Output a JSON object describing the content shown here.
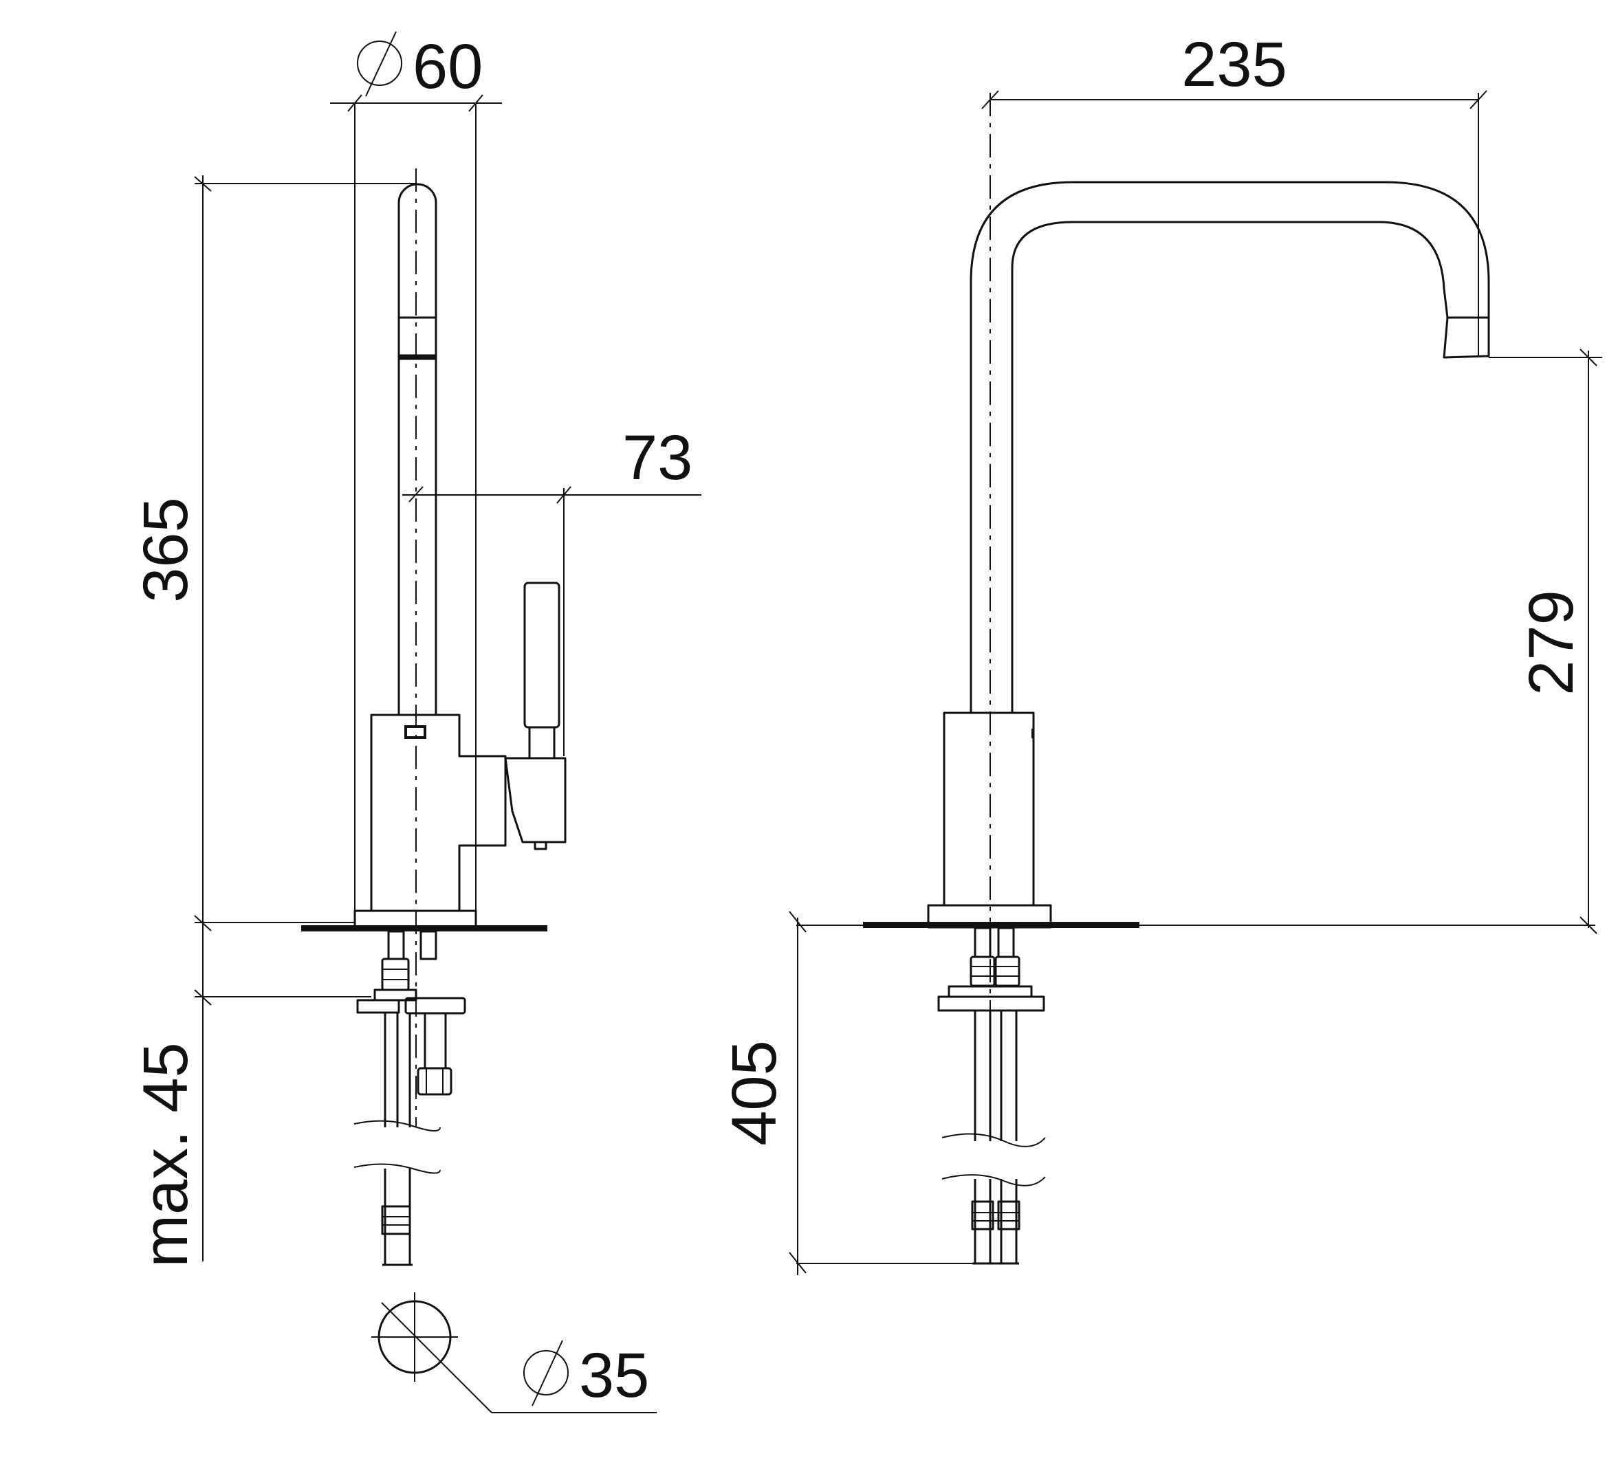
{
  "dimensions": {
    "base_diameter": "60",
    "handle_offset": "73",
    "total_height": "365",
    "max_deck_thickness": "max. 45",
    "hole_diameter": "35",
    "spout_reach": "235",
    "spout_height": "279",
    "hose_length": "405"
  },
  "symbols": {
    "diameter": "⌀"
  }
}
